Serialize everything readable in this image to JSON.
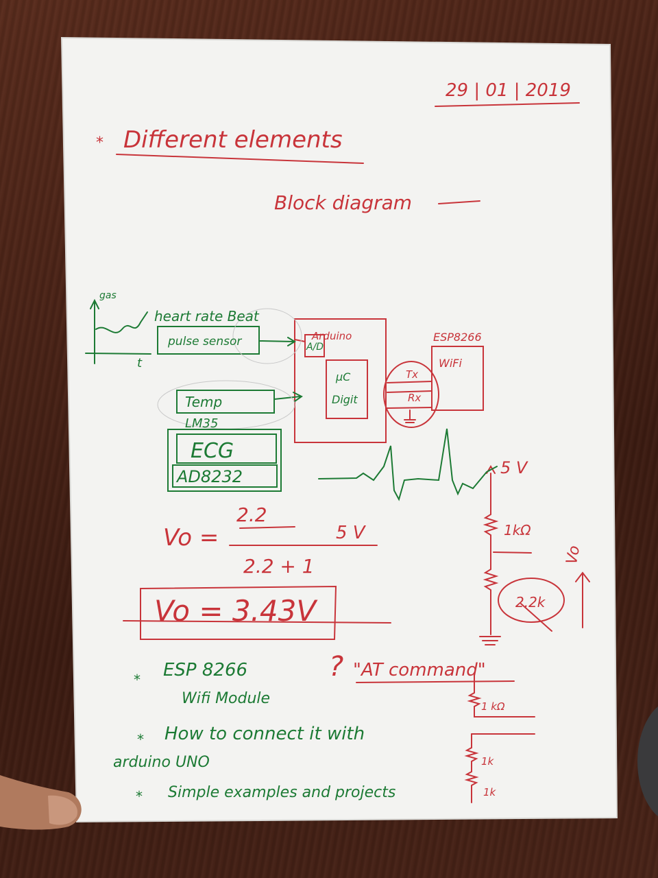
{
  "note": {
    "date": "29 | 01 | 2019",
    "heading": "Different elements",
    "subheading": "Block diagram",
    "graph_y_label": "gas",
    "graph_x_label": "t",
    "heart_label": "heart rate Beat",
    "pulse_sensor": "pulse sensor",
    "arduino": "Arduino",
    "adc": "A/D",
    "uc": "μC",
    "digit": "Digit",
    "esp_title": "ESP8266",
    "wifi": "WiFi",
    "tx": "Tx",
    "rx": "Rx",
    "temp": "Temp",
    "lm35": "LM35",
    "ecg": "ECG",
    "ad8232": "AD8232",
    "v5": "5 V",
    "r1": "1kΩ",
    "r2": "2.2k",
    "vo_arrow": "Vo",
    "vo_eq": "Vo =",
    "frac_num": "2.2",
    "frac_volt": "5 V",
    "frac_den": "2.2 + 1",
    "result": "Vo = 3.43V",
    "q_mark": "?",
    "at_command": "\"AT command\"",
    "r3": "1 kΩ",
    "r4": "1k",
    "r5": "1k",
    "bullet1": "ESP 8266",
    "bullet1b": "Wifi Module",
    "bullet2": "How to connect it with",
    "bullet2b": "arduino UNO",
    "bullet3": "Simple examples and projects"
  },
  "colors": {
    "red_ink": "#c8343a",
    "green_ink": "#1c7a34",
    "paper": "#f4f4f2",
    "table": "#4a2418"
  }
}
